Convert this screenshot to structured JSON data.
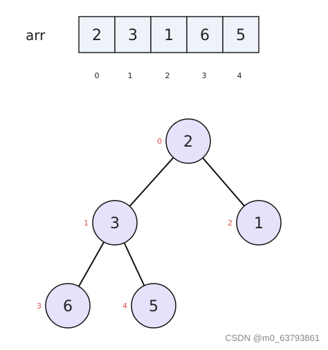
{
  "array": {
    "label": "arr",
    "values": [
      "2",
      "3",
      "1",
      "6",
      "5"
    ],
    "indices": [
      "0",
      "1",
      "2",
      "3",
      "4"
    ]
  },
  "tree": {
    "nodes": [
      {
        "value": "2",
        "index": "0"
      },
      {
        "value": "3",
        "index": "1"
      },
      {
        "value": "1",
        "index": "2"
      },
      {
        "value": "6",
        "index": "3"
      },
      {
        "value": "5",
        "index": "4"
      }
    ],
    "edges": [
      [
        0,
        1
      ],
      [
        0,
        2
      ],
      [
        1,
        3
      ],
      [
        1,
        4
      ]
    ]
  },
  "colors": {
    "cell_fill": "#eef3f9",
    "node_fill": "#e8e1fb",
    "index_label": "#d9534f",
    "watermark": "#888888"
  },
  "watermark": "CSDN @m0_63793861"
}
